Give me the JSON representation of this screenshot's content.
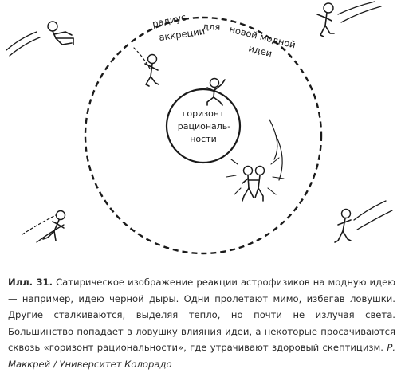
{
  "diagram": {
    "outer_label_parts": [
      "радиус",
      "аккреции",
      "для",
      "новой модной",
      "идеи"
    ],
    "inner_label_lines": [
      "горизонт",
      "рациональ-",
      "ности"
    ]
  },
  "caption": {
    "label": "Илл. 31.",
    "text": "Сатирическое изображение реакции астрофизиков на модную идею — например, идею черной дыры. Одни пролетают мимо, избегав ловушки. Другие сталкиваются, выделяя тепло, но почти не излучая света. Большинство попадает в ловушку влияния идеи, а некоторые просачиваются сквозь «горизонт рациональности», где утрачивают здоровый скептицизм.",
    "credit": "Р. Маккрей / Университет Колорадо"
  }
}
